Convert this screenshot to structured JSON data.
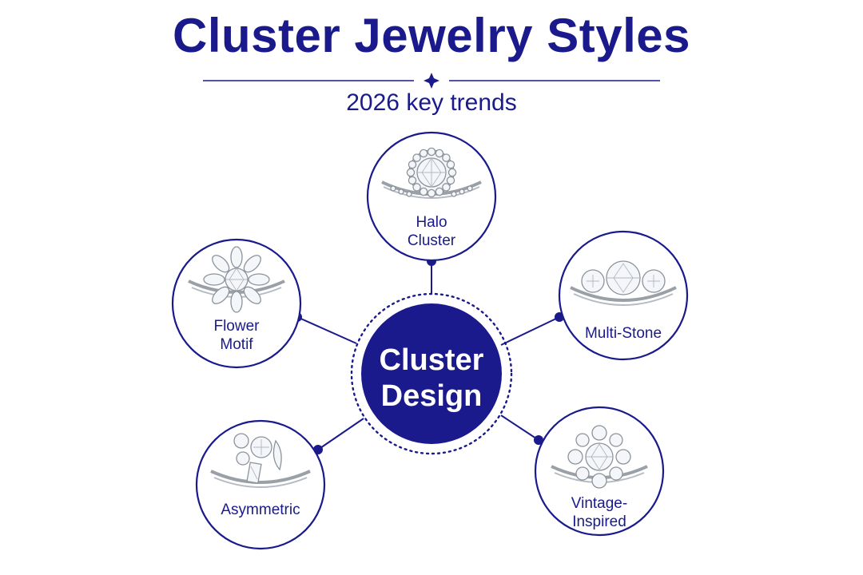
{
  "header": {
    "title": "Cluster Jewelry Styles",
    "subtitle": "2026 key trends"
  },
  "colors": {
    "accent": "#1a1a8c",
    "background": "#ffffff",
    "metal": "#9aa0a8",
    "gem": "#f4f6f9"
  },
  "diagram": {
    "center": {
      "label_line1": "Cluster",
      "label_line2": "Design"
    },
    "nodes": [
      {
        "id": "halo",
        "label_line1": "Halo",
        "label_line2": "Cluster",
        "icon": "halo-ring-icon"
      },
      {
        "id": "multi-stone",
        "label_line1": "Multi-Stone",
        "label_line2": "",
        "icon": "three-stone-ring-icon"
      },
      {
        "id": "vintage",
        "label_line1": "Vintage-",
        "label_line2": "Inspired",
        "icon": "vintage-ring-icon"
      },
      {
        "id": "asymmetric",
        "label_line1": "Asymmetric",
        "label_line2": "",
        "icon": "asymmetric-ring-icon"
      },
      {
        "id": "flower",
        "label_line1": "Flower",
        "label_line2": "Motif",
        "icon": "flower-ring-icon"
      }
    ]
  }
}
